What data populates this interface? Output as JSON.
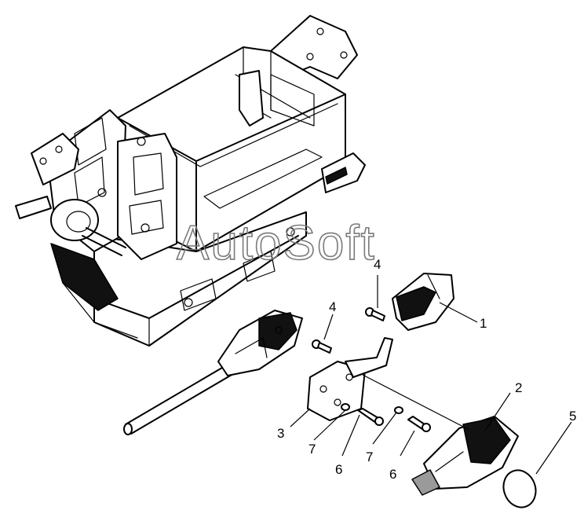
{
  "watermark": "AutoSoft",
  "callouts": [
    {
      "id": "1",
      "text": "1"
    },
    {
      "id": "2",
      "text": "2"
    },
    {
      "id": "3",
      "text": "3"
    },
    {
      "id": "4a",
      "text": "4"
    },
    {
      "id": "4b",
      "text": "4"
    },
    {
      "id": "5",
      "text": "5"
    },
    {
      "id": "6a",
      "text": "6"
    },
    {
      "id": "6b",
      "text": "6"
    },
    {
      "id": "7a",
      "text": "7"
    },
    {
      "id": "7b",
      "text": "7"
    }
  ]
}
